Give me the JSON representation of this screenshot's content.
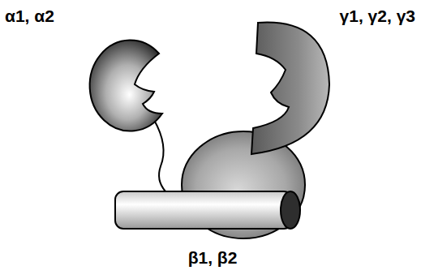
{
  "diagram": {
    "labels": [
      "α1, α2",
      "γ1, γ2, γ3",
      "β1, β2"
    ]
  }
}
